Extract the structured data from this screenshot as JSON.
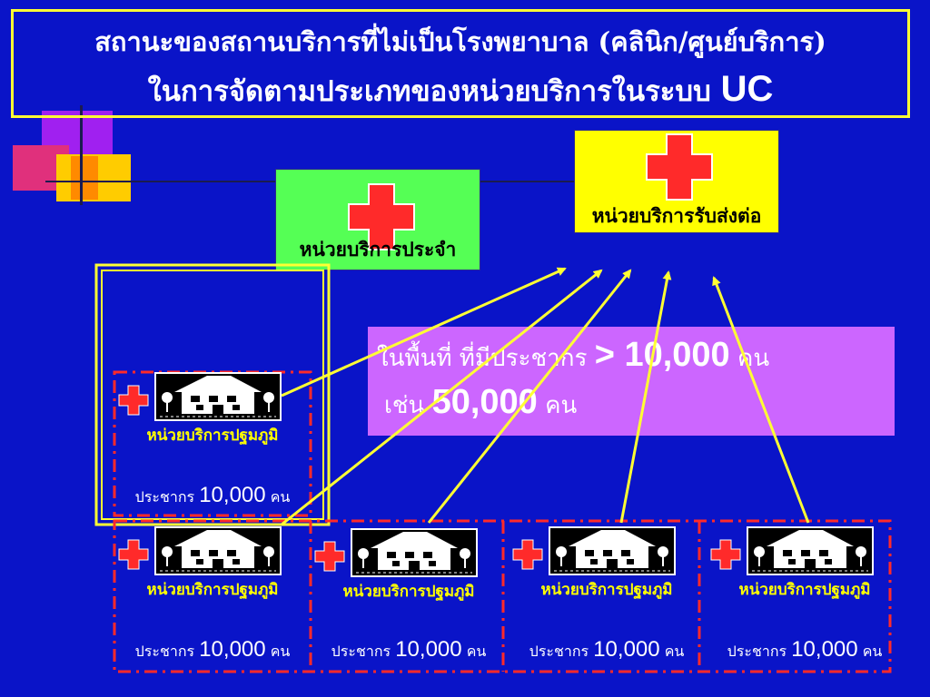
{
  "title": {
    "line1": "สถานะของสถานบริการที่ไม่เป็นโรงพยาบาล (คลินิก/ศูนย์บริการ)",
    "line2_text": "ในการจัดตามประเภทของหน่วยบริการในระบบ",
    "line2_abbr": "UC"
  },
  "regular_unit": {
    "label": "หน่วยบริการประจำ"
  },
  "referral_unit": {
    "label": "หน่วยบริการรับส่งต่อ"
  },
  "area_info": {
    "line1_text": "ในพื้นที่ ที่มีประชากร",
    "line1_value": "> 10,000",
    "line1_unit": "คน",
    "line2_text": "เช่น",
    "line2_value": "50,000",
    "line2_unit": "คน"
  },
  "primary_units": [
    {
      "label": "หน่วยบริการปฐมภูมิ",
      "pop_text": "ประชากร",
      "pop_value": "10,000",
      "pop_unit": "คน"
    },
    {
      "label": "หน่วยบริการปฐมภูมิ",
      "pop_text": "ประชากร",
      "pop_value": "10,000",
      "pop_unit": "คน"
    },
    {
      "label": "หน่วยบริการปฐมภูมิ",
      "pop_text": "ประชากร",
      "pop_value": "10,000",
      "pop_unit": "คน"
    },
    {
      "label": "หน่วยบริการปฐมภูมิ",
      "pop_text": "ประชากร",
      "pop_value": "10,000",
      "pop_unit": "คน"
    },
    {
      "label": "หน่วยบริการปฐมภูมิ",
      "pop_text": "ประชากร",
      "pop_value": "10,000",
      "pop_unit": "คน"
    }
  ],
  "colors": {
    "background": "#0a14c8",
    "regular_unit_bg": "#55ff55",
    "referral_unit_bg": "#ffff00",
    "info_bg": "#cc66ff",
    "cross": "#ff2a2a",
    "arrow": "#ffff33",
    "dashed_border": "#ff2a2a"
  }
}
